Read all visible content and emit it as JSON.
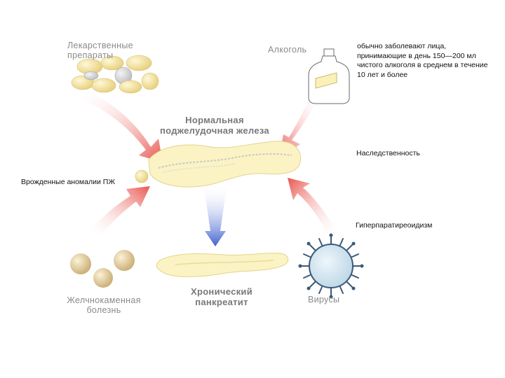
{
  "labels": {
    "drugs_line1": "Лекарственные",
    "drugs_line2": "препараты",
    "alcohol": "Алкоголь",
    "normal_line1": "Нормальная",
    "normal_line2": "поджелудочная железа",
    "gallstone_line1": "Желчнокаменная",
    "gallstone_line2": "болезнь",
    "chronic_line1": "Хронический",
    "chronic_line2": "панкреатит",
    "viruses": "Вирусы"
  },
  "notes": {
    "alcohol_dose": "обычно заболевают лица, принимающие в день 150—200 мл чистого алкоголя в среднем в течение 10 лет и более",
    "heredity": "Наследственность",
    "congenital": "Врожденные аномалии ПЖ",
    "hyperparathyroidism": "Гиперпаратиреоидизм"
  },
  "colors": {
    "arrow_red": "#e8554f",
    "arrow_blue": "#3f5fd0",
    "pancreas": "#fbf3c4",
    "virus": "#3b5a78",
    "stones": "#e6d5a8"
  }
}
